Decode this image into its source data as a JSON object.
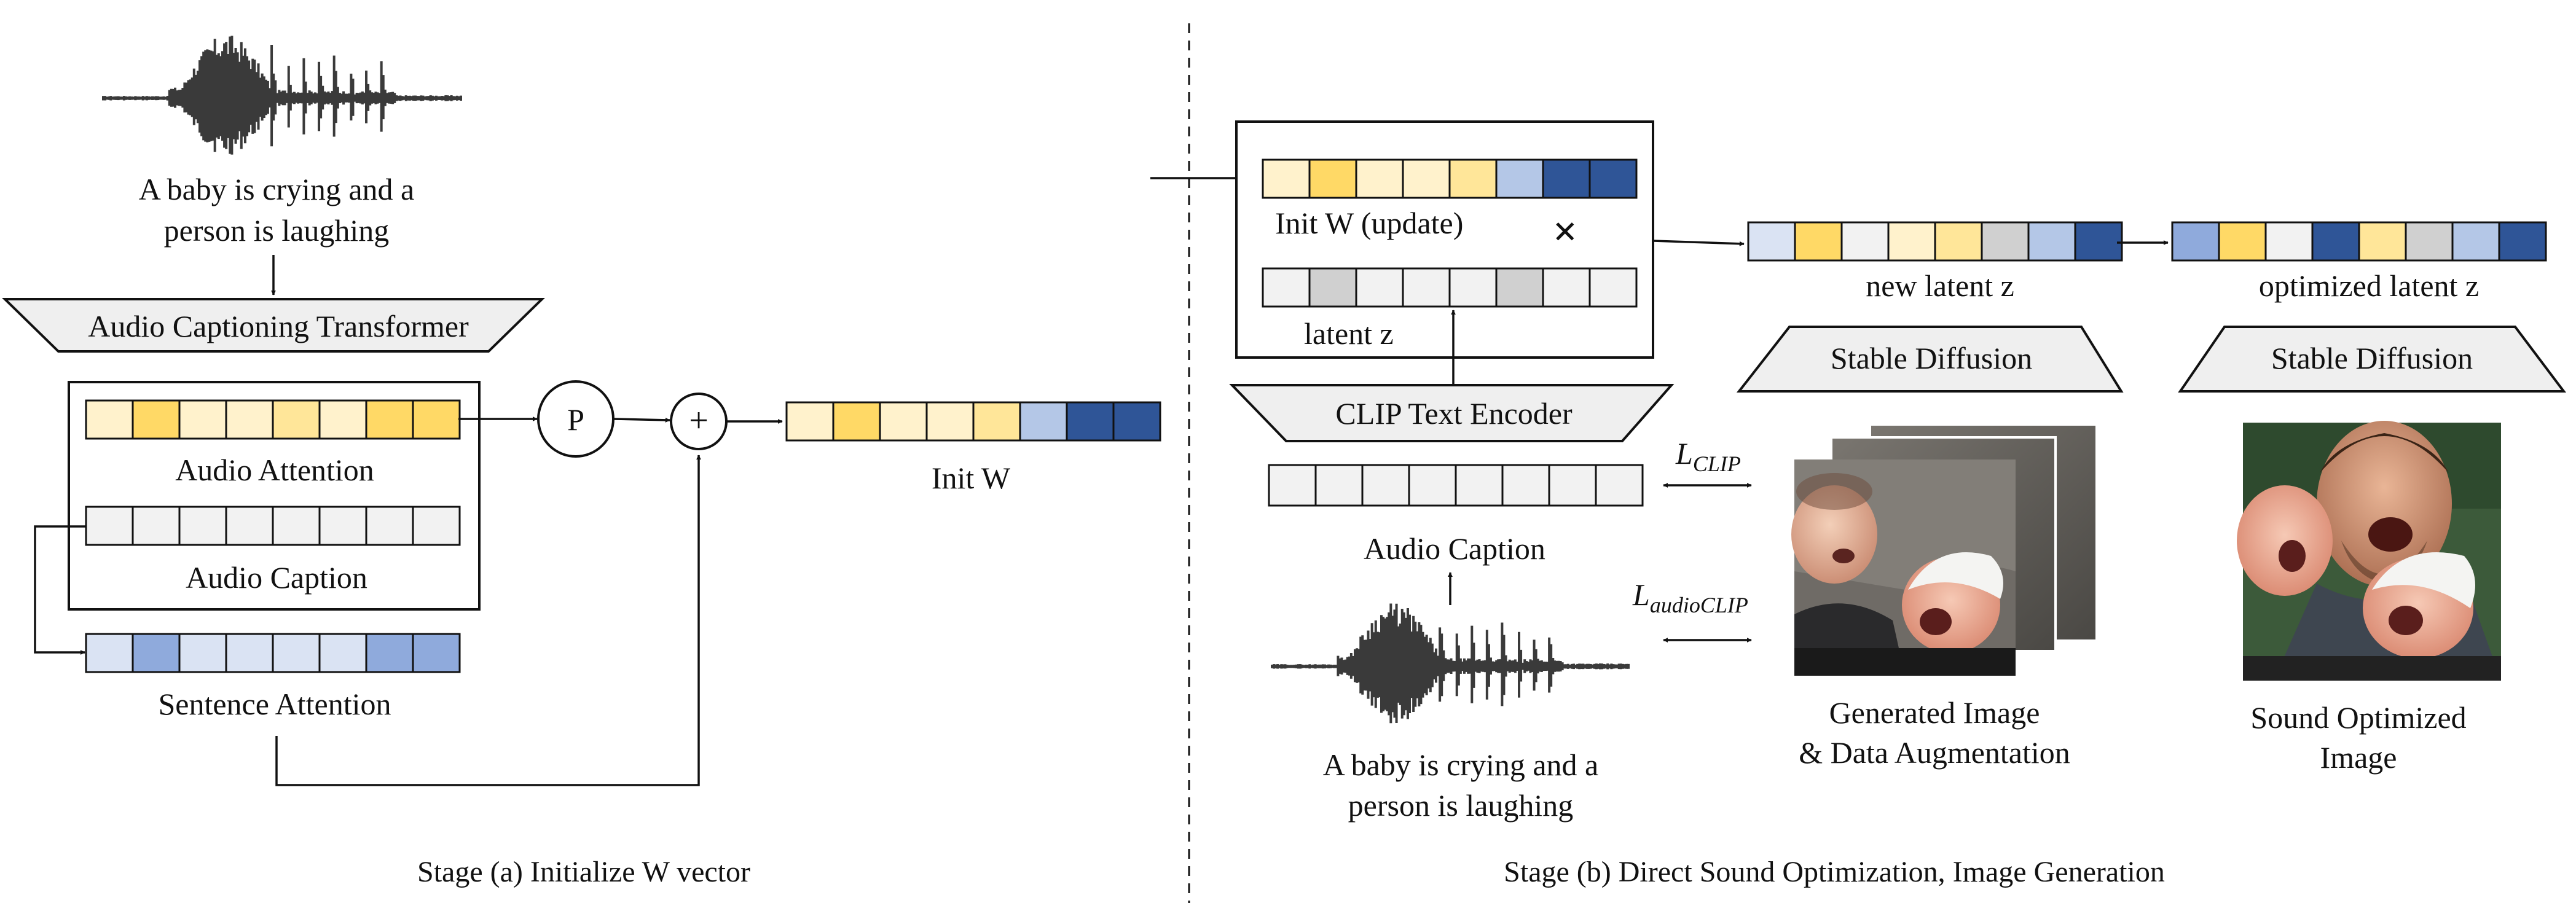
{
  "colors": {
    "pale_yellow": "#FFF2CC",
    "gold": "#FFD966",
    "light_yellow": "#FFE699",
    "light_blue": "#B4C7E7",
    "pale_blue": "#DAE3F3",
    "mid_blue": "#8FAADC",
    "navy": "#2F5597",
    "light_gray": "#F2F2F2",
    "gray": "#D0D0D0"
  },
  "stage_a": {
    "caption_text_line1": "A baby is crying and a",
    "caption_text_line2": "person is laughing",
    "act_label": "Audio Captioning Transformer",
    "audio_attention_label": "Audio Attention",
    "audio_caption_label": "Audio Caption",
    "sentence_attention_label": "Sentence Attention",
    "pool_symbol": "P",
    "add_symbol": "+",
    "init_w_label": "Init W",
    "stage_label": "Stage (a) Initialize W vector",
    "audio_attention_cells": [
      "pale_yellow",
      "gold",
      "pale_yellow",
      "pale_yellow",
      "light_yellow",
      "pale_yellow",
      "gold",
      "gold"
    ],
    "audio_caption_cells": [
      "light_gray",
      "light_gray",
      "light_gray",
      "light_gray",
      "light_gray",
      "light_gray",
      "light_gray",
      "light_gray"
    ],
    "sentence_attention_cells": [
      "pale_blue",
      "mid_blue",
      "pale_blue",
      "pale_blue",
      "pale_blue",
      "pale_blue",
      "mid_blue",
      "mid_blue"
    ],
    "init_w_cells": [
      "pale_yellow",
      "gold",
      "pale_yellow",
      "pale_yellow",
      "light_yellow",
      "light_blue",
      "navy",
      "navy"
    ]
  },
  "stage_b": {
    "init_w_update_label": "Init W (update)",
    "multiply_symbol": "×",
    "latent_z_label": "latent z",
    "clip_label": "CLIP Text Encoder",
    "audio_caption_label": "Audio Caption",
    "loss_clip_main": "L",
    "loss_clip_sub": "CLIP",
    "loss_audioclip_main": "L",
    "loss_audioclip_sub": "audioCLIP",
    "caption_text_line1": "A baby is crying and a",
    "caption_text_line2": "person is laughing",
    "new_latent_label": "new  latent z",
    "optimized_latent_label": "optimized  latent z",
    "sd_label_1": "Stable Diffusion",
    "sd_label_2": "Stable Diffusion",
    "generated_label_line1": "Generated Image",
    "generated_label_line2": "& Data Augmentation",
    "optimized_label_line1": "Sound Optimized",
    "optimized_label_line2": "Image",
    "stage_label": "Stage (b) Direct Sound Optimization, Image Generation",
    "init_w_update_cells": [
      "pale_yellow",
      "gold",
      "pale_yellow",
      "pale_yellow",
      "light_yellow",
      "light_blue",
      "navy",
      "navy"
    ],
    "latent_z_cells": [
      "light_gray",
      "gray",
      "light_gray",
      "light_gray",
      "light_gray",
      "gray",
      "light_gray",
      "light_gray"
    ],
    "audio_caption_cells": [
      "light_gray",
      "light_gray",
      "light_gray",
      "light_gray",
      "light_gray",
      "light_gray",
      "light_gray",
      "light_gray"
    ],
    "new_latent_cells": [
      "pale_blue",
      "gold",
      "light_gray",
      "pale_yellow",
      "light_yellow",
      "gray",
      "light_blue",
      "navy"
    ],
    "optimized_latent_cells": [
      "mid_blue",
      "gold",
      "light_gray",
      "navy",
      "light_yellow",
      "gray",
      "light_blue",
      "navy"
    ]
  }
}
